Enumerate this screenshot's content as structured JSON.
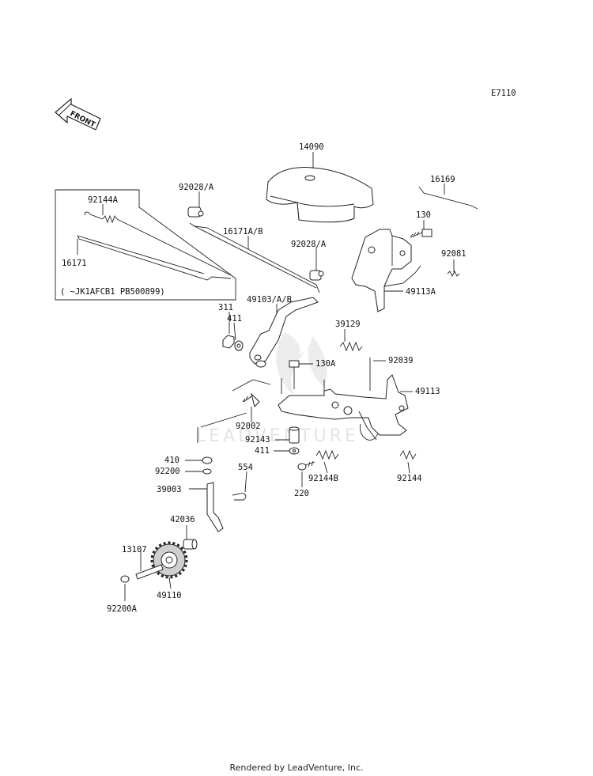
{
  "diagram_code": "E7110",
  "front_label": "FRONT",
  "inset_note": "(   ~JK1AFCB1 PB500899)",
  "watermark": "LEADVENTURE",
  "footer": "Rendered by LeadVenture, Inc.",
  "labels": {
    "p14090": "14090",
    "p16169": "16169",
    "p92028a_1": "92028/A",
    "p92144a": "92144A",
    "p16171ab": "16171A/B",
    "p130": "130",
    "p92028a_2": "92028/A",
    "p92081": "92081",
    "p16171": "16171",
    "p49113a": "49113A",
    "p311": "311",
    "p49103ab": "49103/A/B",
    "p411_1": "411",
    "p39129": "39129",
    "p130a": "130A",
    "p92039": "92039",
    "p49113": "49113",
    "p92002": "92002",
    "p92143": "92143",
    "p411_2": "411",
    "p410": "410",
    "p92200": "92200",
    "p554": "554",
    "p92144b": "92144B",
    "p92144": "92144",
    "p39003": "39003",
    "p220": "220",
    "p42036": "42036",
    "p13107": "13107",
    "p49110": "49110",
    "p92200a": "92200A"
  }
}
